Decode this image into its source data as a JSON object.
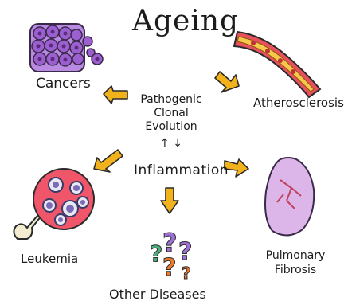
{
  "title": "Ageing",
  "center": {
    "lines": [
      "Pathogenic",
      "Clonal",
      "Evolution"
    ],
    "updown": "↑ ↓",
    "inflammation": "Inflammation"
  },
  "labels": {
    "cancers": "Cancers",
    "atherosclerosis": "Atherosclerosis",
    "leukemia": "Leukemia",
    "pulmonary_fibrosis": [
      "Pulmonary",
      "Fibrosis"
    ],
    "other_diseases": "Other Diseases"
  },
  "colors": {
    "arrow_fill": "#f2b21c",
    "arrow_stroke": "#2a2a2a",
    "cancer_cell": "#9b5fd0",
    "artery_outer": "#e8505b",
    "artery_inner": "#f7c84a",
    "lung": "#dcb6e8",
    "leukemia_bg": "#f0566a",
    "question_orange": "#ee7a2e",
    "question_purple": "#a070d8",
    "question_green": "#4caf7d"
  },
  "icons": [
    "cancer-cells-icon",
    "artery-icon",
    "leukemia-bone-icon",
    "lung-icon",
    "question-marks-icon"
  ]
}
